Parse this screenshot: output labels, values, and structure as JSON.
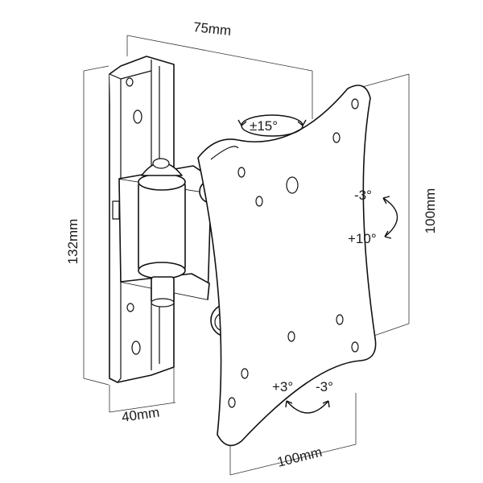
{
  "dimensions": {
    "width_top": "75mm",
    "height_left": "132mm",
    "depth_bottom": "40mm",
    "vesa_height": "100mm",
    "vesa_width": "100mm"
  },
  "rotation": {
    "swivel": "±15°"
  },
  "tilt": {
    "up": "-3°",
    "down": "+10°"
  },
  "level": {
    "left": "+3°",
    "right": "-3°"
  }
}
